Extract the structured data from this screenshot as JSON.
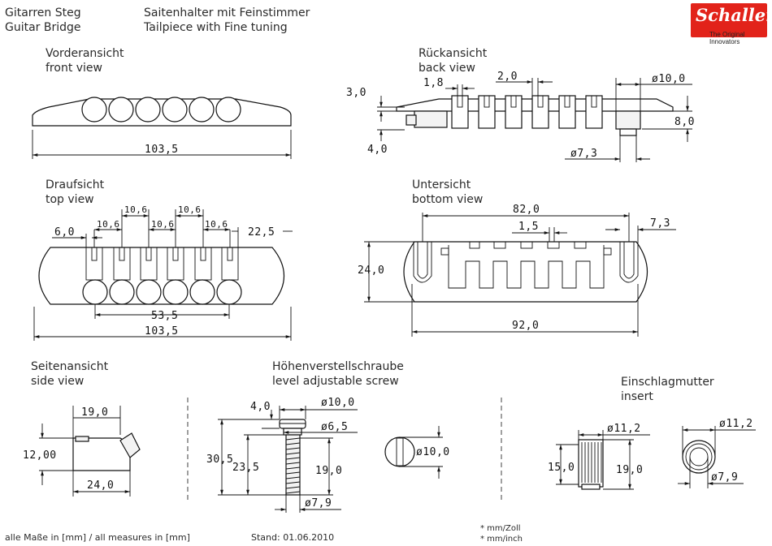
{
  "header": {
    "title_de": "Gitarren Steg",
    "title_en": "Guitar Bridge",
    "subtitle_de": "Saitenhalter mit Feinstimmer",
    "subtitle_en": "Tailpiece with Fine tuning"
  },
  "logo": {
    "name": "Schaller",
    "tagline": "The Original Innovators",
    "color": "#e2231a"
  },
  "views": {
    "front": {
      "label_de": "Vorderansicht",
      "label_en": "front view",
      "width": "103,5"
    },
    "back": {
      "label_de": "Rückansicht",
      "label_en": "back view",
      "dims": {
        "height_a": "3,0",
        "height_b": "4,0",
        "slot": "1,8",
        "gap": "2,0",
        "diameter_top": "ø10,0",
        "height_c": "8,0",
        "diameter_bottom": "ø7,3"
      }
    },
    "top": {
      "label_de": "Draufsicht",
      "label_en": "top view",
      "dims": {
        "edge": "6,0",
        "spacing": [
          "10,6",
          "10,6",
          "10,6",
          "10,6",
          "10,6"
        ],
        "right": "22,5",
        "inner": "53,5",
        "width": "103,5"
      }
    },
    "bottom": {
      "label_de": "Untersicht",
      "label_en": "bottom view",
      "dims": {
        "holes": "82,0",
        "right": "7,3",
        "slot": "1,5",
        "height": "24,0",
        "width": "92,0"
      }
    },
    "side": {
      "label_de": "Seitenansicht",
      "label_en": "side view",
      "dims": {
        "top": "19,0",
        "height": "12,00",
        "bottom": "24,0"
      }
    },
    "screw": {
      "label_de": "Höhenverstellschraube",
      "label_en": "level adjustable screw",
      "dims": {
        "head": "4,0",
        "head_dia": "ø10,0",
        "collar_dia": "ø6,5",
        "total": "30,5",
        "thread": "23,5",
        "thread_len": "19,0",
        "thread_dia": "ø7,9",
        "top_dia": "ø10,0"
      }
    },
    "insert": {
      "label_de": "Einschlagmutter",
      "label_en": "insert",
      "dims": {
        "dia_a": "ø11,2",
        "height_a": "15,0",
        "height_b": "19,0",
        "dia_b": "ø11,2",
        "dia_c": "ø7,9"
      }
    }
  },
  "footer": {
    "units": "alle Maße in [mm] / all measures in [mm]",
    "date": "Stand: 01.06.2010",
    "note1": "* mm/Zoll",
    "note2": "* mm/inch"
  }
}
